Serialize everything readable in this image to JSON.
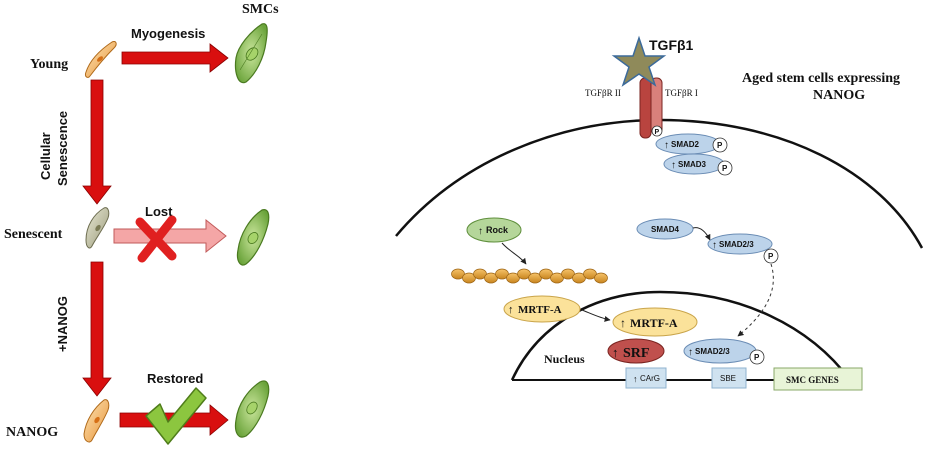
{
  "left_panel": {
    "smcs_label": "SMCs",
    "young_label": "Young",
    "myogenesis_label": "Myogenesis",
    "cellular_label": "Cellular",
    "senescence_label": "Senescence",
    "senescent_label": "Senescent",
    "lost_label": "Lost",
    "nanog_plus_label": "+NANOG",
    "restored_label": "Restored",
    "nanog_label": "NANOG"
  },
  "right_panel": {
    "tgfb1_label": "TGFβ1",
    "tgfbr2_label": "TGFβR II",
    "tgfbr1_label": "TGFβR I",
    "aged_title_line1": "Aged stem cells expressing",
    "aged_title_line2": "NANOG",
    "p_label": "P",
    "smad2_label": "SMAD2",
    "smad3_label": "SMAD3",
    "rock_label": "Rock",
    "smad4_label": "SMAD4",
    "smad23_label": "SMAD2/3",
    "mrtfa_label": "MRTF-A",
    "nucleus_label": "Nucleus",
    "srf_label": "SRF",
    "carg_label": "CArG",
    "sbe_label": "SBE",
    "smc_genes_label": "SMC GENES"
  },
  "colors": {
    "red_arrow": "#d90f0f",
    "pink_arrow": "#f4a6a6",
    "smad_blue": "#bcd3ea",
    "rock_green": "#b5d69a",
    "mrtf_yellow": "#fbe29a",
    "srf_red": "#c0504d",
    "receptor": "#c0504d",
    "ligand_star": "#8f8a5a",
    "smc_green": "#8cc25a",
    "box_blue": "#cfe2f0",
    "smc_genes_box": "#e8f4d7"
  }
}
